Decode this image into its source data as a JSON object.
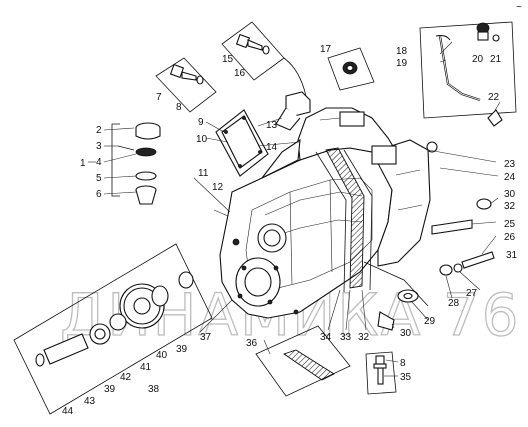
{
  "diagram": {
    "watermark": "ДИНАМИКА 76",
    "corner_mark": "~",
    "callouts": {
      "c1": "1",
      "c2": "2",
      "c3": "3",
      "c4": "4",
      "c5": "5",
      "c6": "6",
      "c7": "7",
      "c8a": "8",
      "c8b": "8",
      "c9": "9",
      "c10": "10",
      "c11": "11",
      "c12": "12",
      "c13": "13",
      "c14": "14",
      "c15": "15",
      "c16": "16",
      "c17": "17",
      "c18": "18",
      "c19": "19",
      "c20": "20",
      "c21": "21",
      "c22": "22",
      "c23": "23",
      "c24": "24",
      "c25": "25",
      "c26": "26",
      "c27": "27",
      "c28": "28",
      "c29": "29",
      "c30a": "30",
      "c30b": "30",
      "c31": "31",
      "c32a": "32",
      "c32b": "32",
      "c33": "33",
      "c34": "34",
      "c35": "35",
      "c36": "36",
      "c37": "37",
      "c38": "38",
      "c39a": "39",
      "c39b": "39",
      "c40": "40",
      "c41": "41",
      "c42": "42",
      "c43": "43",
      "c44": "44"
    }
  }
}
